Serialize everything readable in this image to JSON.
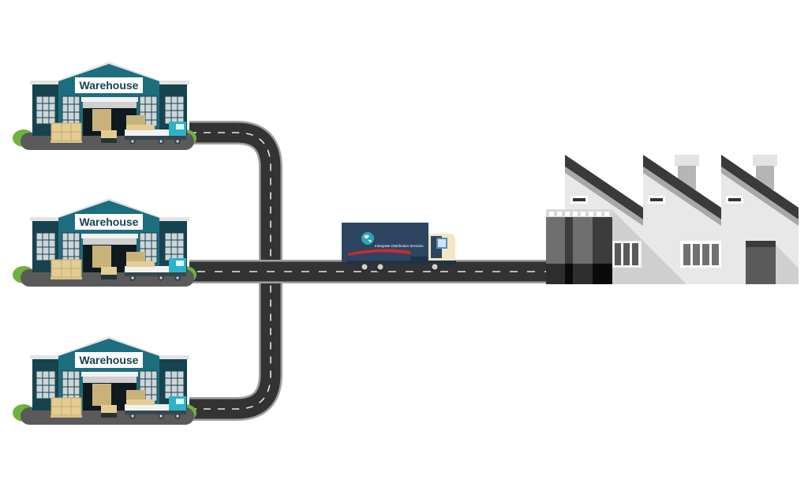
{
  "diagram": {
    "title": "Warehouses to factory distribution flow",
    "warehouses": [
      {
        "id": "warehouse-top",
        "label": "Warehouse"
      },
      {
        "id": "warehouse-middle",
        "label": "Warehouse"
      },
      {
        "id": "warehouse-bottom",
        "label": "Warehouse"
      }
    ],
    "truck": {
      "company_text": "Intergrate Distribution Services"
    },
    "factory": {
      "label": ""
    },
    "colors": {
      "warehouse_teal": "#1d6e7e",
      "warehouse_dark": "#16434f",
      "road": "#333333",
      "road_edge": "#9a9a9a",
      "lane_marking": "#e6e6e6",
      "grass": "#6fb23f",
      "ground": "#5a5a5a",
      "truck_body": "#2d4561",
      "truck_cab": "#f3e6c4",
      "factory_wall": "#e8e8e8",
      "factory_roof": "#3a3a3a",
      "accent_red": "#d7262e"
    }
  }
}
